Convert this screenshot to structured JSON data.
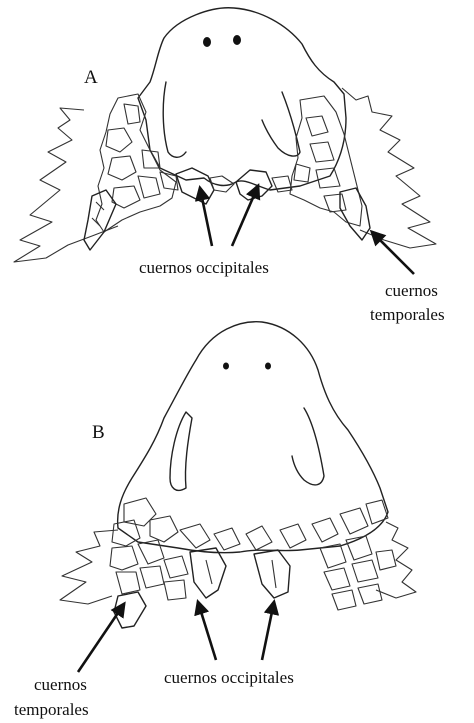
{
  "panels": [
    {
      "letter": "A",
      "label_occipital": "cuernos occipitales",
      "label_temporal_line1": "cuernos",
      "label_temporal_line2": "temporales"
    },
    {
      "letter": "B",
      "label_occipital": "cuernos occipitales",
      "label_temporal_line1": "cuernos",
      "label_temporal_line2": "temporales"
    }
  ]
}
